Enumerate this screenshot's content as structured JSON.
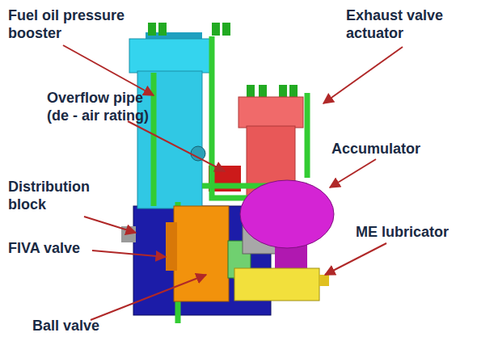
{
  "diagram": {
    "labels": [
      "Fuel oil pressure booster",
      "Exhaust valve actuator",
      "Overflow pipe (de - air rating)",
      "Accumulator",
      "Distribution block",
      "FIVA valve",
      "ME lubricator",
      "Ball valve"
    ]
  }
}
